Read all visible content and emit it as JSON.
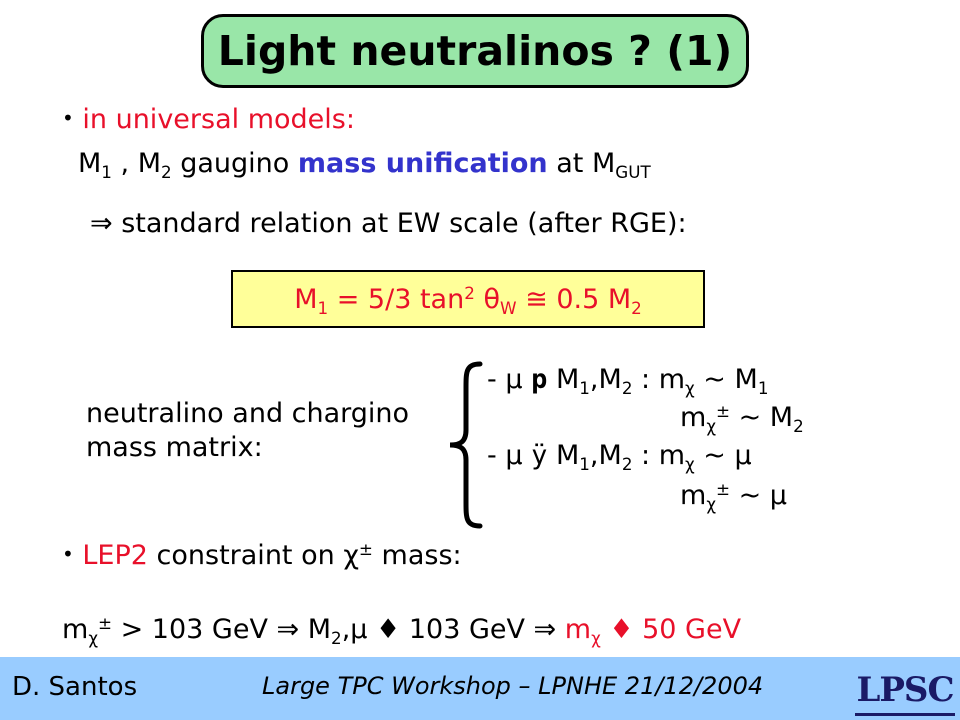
{
  "title": "Light neutralinos ? (1)",
  "bullet1": {
    "heading": "in universal models:",
    "line_m1": "M",
    "line_m1_sub": "1",
    "line_sep": " , M",
    "line_m2_sub": "2",
    "line_gaugino": " gaugino ",
    "line_highlight": "mass unification",
    "line_at": " at M",
    "line_gut_sub": "GUT"
  },
  "implication": {
    "arrow": "⇒",
    "text": "standard relation at EW scale (after RGE):"
  },
  "formula": {
    "m1": "M",
    "m1_sub": "1",
    "middle": " = 5/3 tan",
    "sq": "2",
    "theta": " θ",
    "w_sub": "W",
    "approx": " ≅ 0.5 M",
    "m2_sub": "2"
  },
  "matrix": {
    "label_line1": "neutralino and chargino",
    "label_line2": "mass matrix:",
    "case1": {
      "dash": "- μ",
      "symbol": "p",
      "m": "M",
      "m1_sub": "1",
      "comma": ",M",
      "m2_sub": "2",
      "colon": " : m",
      "chi": "χ",
      "rel": " ~ M",
      "rel_sub": "1",
      "line2_m": "m",
      "line2_chi": "χ",
      "line2_pm": "±",
      "line2_rel": " ~ M",
      "line2_sub": "2"
    },
    "case2": {
      "dash": "- μ",
      "symbol": "ÿ",
      "m": "M",
      "m1_sub": "1",
      "comma": ",M",
      "m2_sub": "2",
      "colon": " : m",
      "chi": "χ",
      "rel": " ~ μ",
      "line2_m": "m",
      "line2_chi": "χ",
      "line2_pm": "±",
      "line2_rel": " ~ μ"
    }
  },
  "bullet2": {
    "lep": "LEP2",
    "text": " constraint on ",
    "chi": "χ",
    "pm": "±",
    "mass": "  mass:"
  },
  "result": {
    "m": "m",
    "chi": "χ",
    "pm": "±",
    "gt": " > 103 GeV ",
    "arrow1": "⇒",
    "m2": " M",
    "m2_sub": "2",
    "mu": ",μ ",
    "sym1": "♦",
    "gev": " 103 GeV  ",
    "arrow2": "⇒",
    "mx": " m",
    "mx_chi": "χ",
    "sym2": " ♦",
    "final": " 50 GeV"
  },
  "footer": {
    "author": "D. Santos",
    "workshop": "Large TPC Workshop – LPNHE  21/12/2004",
    "logo_text": "LPSC"
  },
  "colors": {
    "title_bg": "#99e6a8",
    "formula_bg": "#ffff99",
    "footer_bg": "#99ccff",
    "accent_red": "#e8102a",
    "accent_blue": "#3333cc"
  }
}
